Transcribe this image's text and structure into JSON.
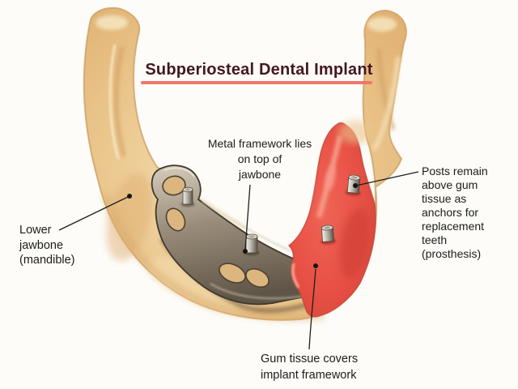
{
  "figure": {
    "title": "Subperiosteal Dental Implant",
    "labels": {
      "metal_framework": "Metal framework lies\non top of\njawbone",
      "posts": "Posts remain\nabove gum\ntissue as\nanchors for\nreplacement\nteeth\n(prosthesis)",
      "lower_jawbone": "Lower\njawbone\n(mandible)",
      "gum_tissue": "Gum tissue covers\nimplant framework"
    },
    "colors": {
      "background": "#fdfcf8",
      "title_text": "#431721",
      "title_underline": "#f2756a",
      "label_text": "#1c1c1c",
      "bone": "#ecca92",
      "bone_shadow": "#dfae6e",
      "gum": "#e85145",
      "metal": "#9a8d7b"
    }
  }
}
